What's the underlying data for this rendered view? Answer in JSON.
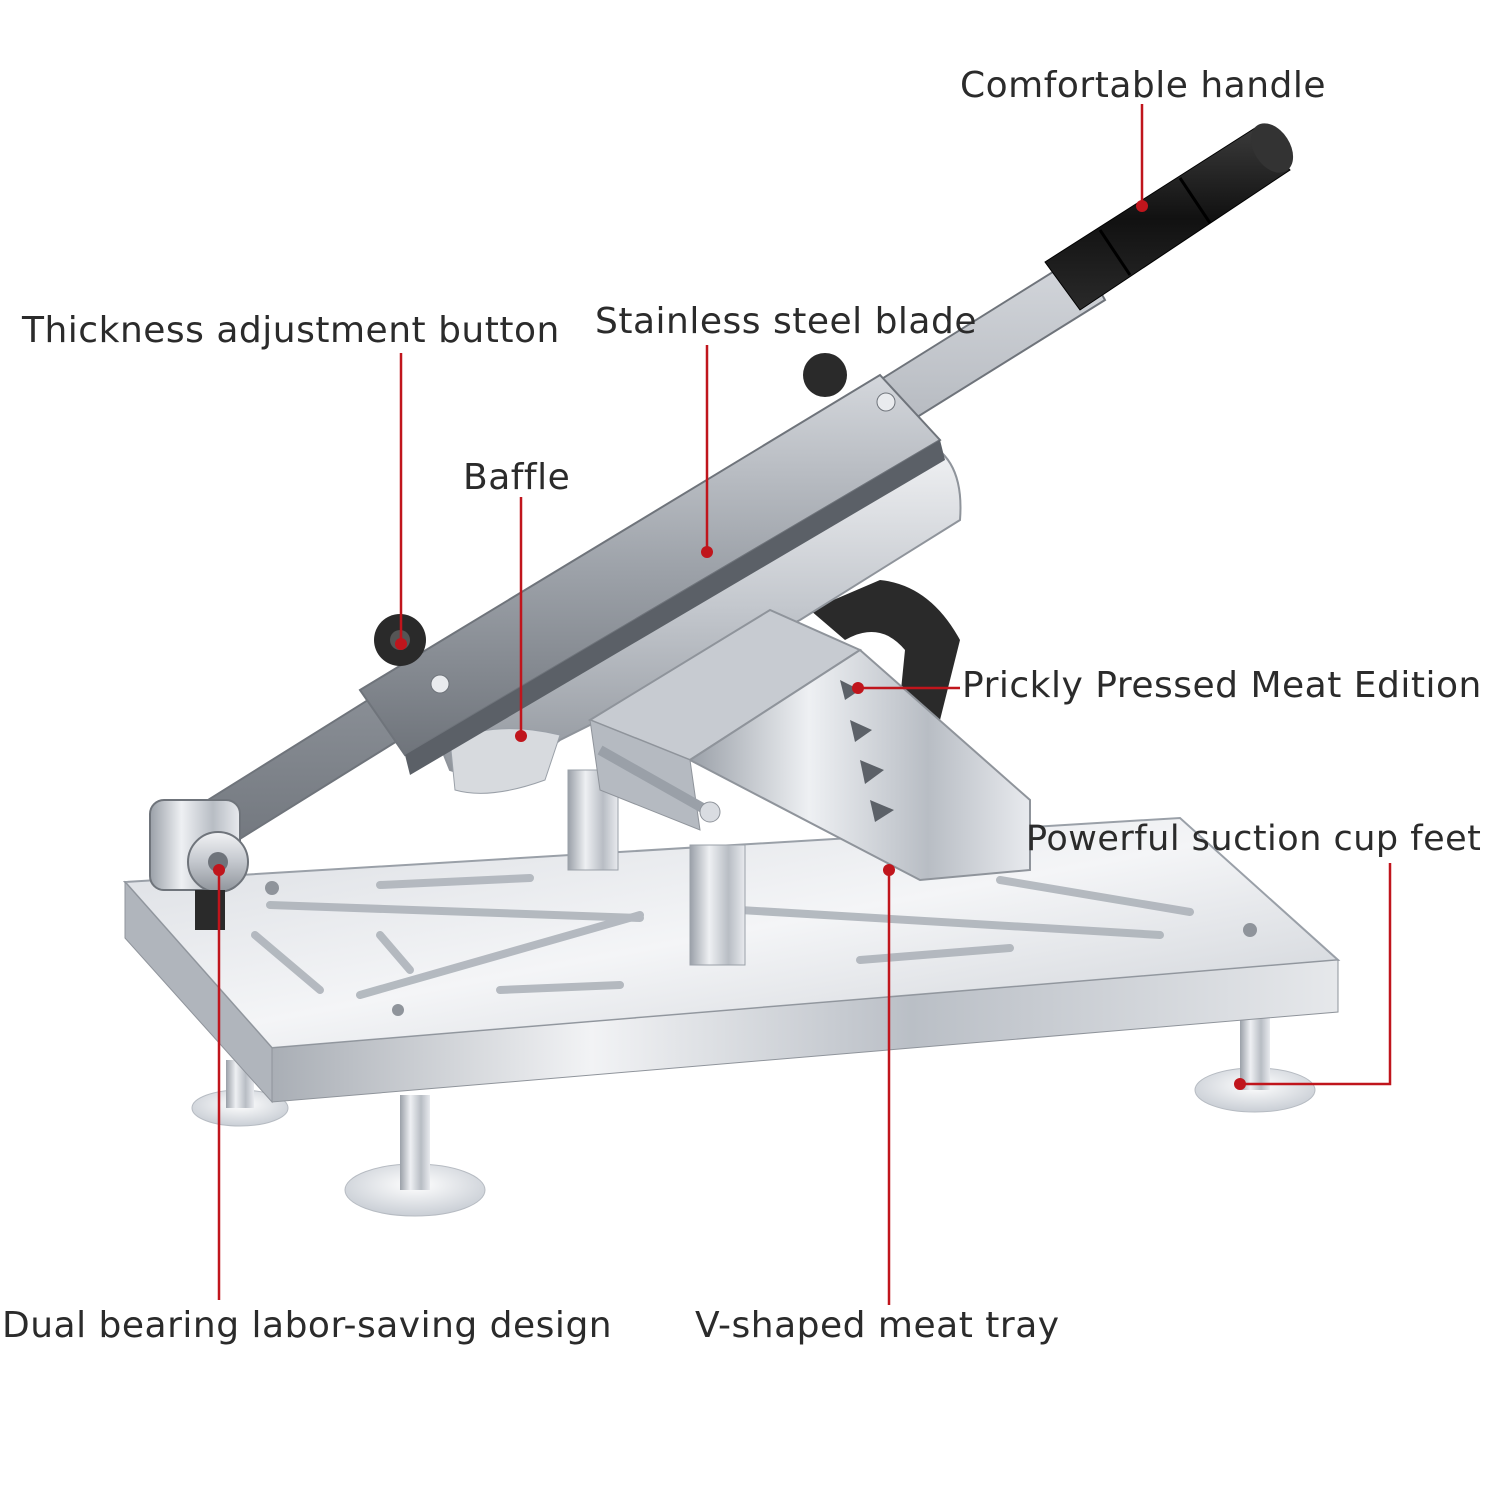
{
  "labels": {
    "comfortable_handle": "Comfortable handle",
    "thickness_adjustment_button": "Thickness adjustment button",
    "stainless_steel_blade": "Stainless steel blade",
    "baffle": "Baffle",
    "prickly_pressed_meat_edition": "Prickly Pressed Meat Edition",
    "powerful_suction_cup_feet": "Powerful suction cup feet",
    "dual_bearing_design": "Dual bearing labor-saving design",
    "v_shaped_meat_tray": "V-shaped meat tray"
  },
  "colors": {
    "background": "#ffffff",
    "leader_line": "#c0151c",
    "label_text": "#2b2b2b",
    "steel": "#c8ccd2",
    "handle_grip": "#1a1a1a"
  }
}
